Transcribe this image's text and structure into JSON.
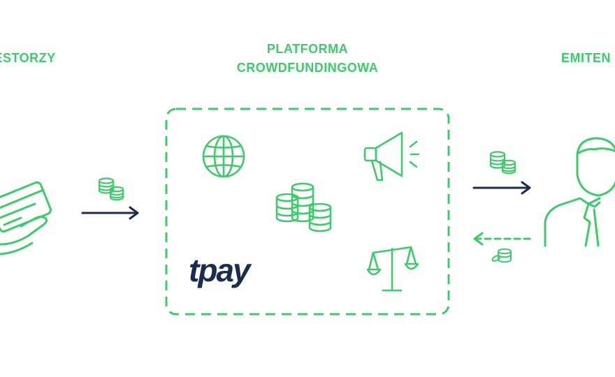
{
  "labels": {
    "left": "WESTORZY",
    "center_line1": "PLATFORMA",
    "center_line2": "CROWDFUNDINGOWA",
    "right": "EMITEN"
  },
  "logo": {
    "text": "tpay"
  },
  "colors": {
    "accent_green": "#3dca6a",
    "arrow_navy": "#1c2c4c",
    "background": "#ffffff"
  },
  "icons": [
    "credit-card-icon",
    "coins-icon",
    "globe-icon",
    "megaphone-icon",
    "scales-icon",
    "person-icon",
    "arrow-right-icon",
    "arrow-left-dashed-icon"
  ]
}
